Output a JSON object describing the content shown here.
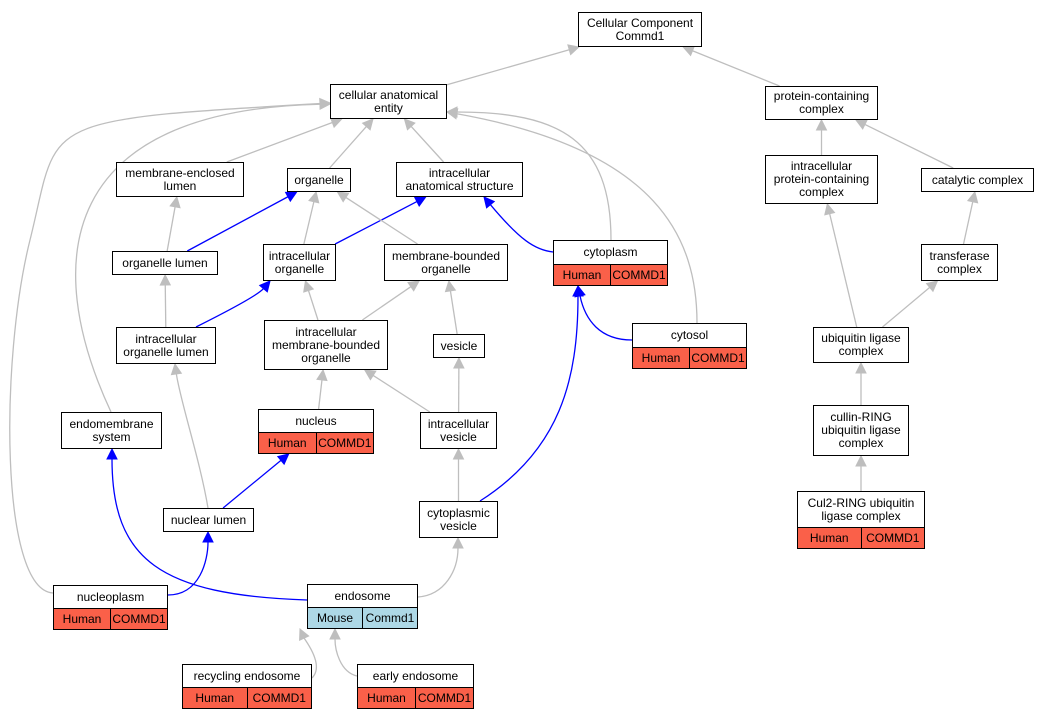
{
  "colors": {
    "human": "#fa6049",
    "mouse": "#add8e6",
    "edge_gray": "#bebebe",
    "edge_blue": "#0000ff"
  },
  "nodes": {
    "root": {
      "label": "Cellular Component\nCommd1"
    },
    "cae": {
      "label": "cellular anatomical\nentity"
    },
    "pcc": {
      "label": "protein-containing\ncomplex"
    },
    "mel": {
      "label": "membrane-enclosed\nlumen"
    },
    "org": {
      "label": "organelle"
    },
    "ias": {
      "label": "intracellular\nanatomical structure"
    },
    "ipcc": {
      "label": "intracellular\nprotein-containing\ncomplex"
    },
    "cat": {
      "label": "catalytic complex"
    },
    "orl": {
      "label": "organelle lumen"
    },
    "iorg": {
      "label": "intracellular\norganelle"
    },
    "mbo": {
      "label": "membrane-bounded\norganelle"
    },
    "cyto": {
      "label": "cytoplasm",
      "species": "Human",
      "gene": "COMMD1"
    },
    "trans": {
      "label": "transferase\ncomplex"
    },
    "iol": {
      "label": "intracellular\norganelle lumen"
    },
    "imbo": {
      "label": "intracellular\nmembrane-bounded\norganelle"
    },
    "ves": {
      "label": "vesicle"
    },
    "cytosol": {
      "label": "cytosol",
      "species": "Human",
      "gene": "COMMD1"
    },
    "ubl": {
      "label": "ubiquitin ligase\ncomplex"
    },
    "ems": {
      "label": "endomembrane\nsystem"
    },
    "nuc": {
      "label": "nucleus",
      "species": "Human",
      "gene": "COMMD1"
    },
    "iv": {
      "label": "intracellular\nvesicle"
    },
    "cul": {
      "label": "cullin-RING\nubiquitin ligase\ncomplex"
    },
    "nl": {
      "label": "nuclear lumen"
    },
    "cv": {
      "label": "cytoplasmic\nvesicle"
    },
    "cul2": {
      "label": "Cul2-RING ubiquitin\nligase complex",
      "species": "Human",
      "gene": "COMMD1"
    },
    "np": {
      "label": "nucleoplasm",
      "species": "Human",
      "gene": "COMMD1"
    },
    "endo": {
      "label": "endosome",
      "species": "Mouse",
      "gene": "Commd1"
    },
    "re": {
      "label": "recycling endosome",
      "species": "Human",
      "gene": "COMMD1"
    },
    "ee": {
      "label": "early endosome",
      "species": "Human",
      "gene": "COMMD1"
    }
  },
  "edges": [
    [
      "cae",
      "root",
      "gray"
    ],
    [
      "pcc",
      "root",
      "gray"
    ],
    [
      "mel",
      "cae",
      "gray"
    ],
    [
      "org",
      "cae",
      "gray"
    ],
    [
      "ias",
      "cae",
      "gray"
    ],
    [
      "cyto",
      "cae",
      "gray"
    ],
    [
      "cytosol",
      "cae",
      "gray"
    ],
    [
      "ems",
      "cae",
      "gray"
    ],
    [
      "np",
      "cae",
      "gray"
    ],
    [
      "ipcc",
      "pcc",
      "gray"
    ],
    [
      "cat",
      "pcc",
      "gray"
    ],
    [
      "orl",
      "mel",
      "gray"
    ],
    [
      "orl",
      "org",
      "blue"
    ],
    [
      "iorg",
      "org",
      "gray"
    ],
    [
      "iorg",
      "ias",
      "blue"
    ],
    [
      "mbo",
      "org",
      "gray"
    ],
    [
      "cyto",
      "ias",
      "blue"
    ],
    [
      "iol",
      "orl",
      "gray"
    ],
    [
      "iol",
      "iorg",
      "blue"
    ],
    [
      "imbo",
      "iorg",
      "gray"
    ],
    [
      "imbo",
      "mbo",
      "gray"
    ],
    [
      "ves",
      "mbo",
      "gray"
    ],
    [
      "cytosol",
      "cyto",
      "blue"
    ],
    [
      "trans",
      "cat",
      "gray"
    ],
    [
      "ubl",
      "ipcc",
      "gray"
    ],
    [
      "ubl",
      "trans",
      "gray"
    ],
    [
      "nuc",
      "imbo",
      "gray"
    ],
    [
      "iv",
      "imbo",
      "gray"
    ],
    [
      "iv",
      "ves",
      "gray"
    ],
    [
      "cul",
      "ubl",
      "gray"
    ],
    [
      "nl",
      "iol",
      "gray"
    ],
    [
      "nl",
      "nuc",
      "blue"
    ],
    [
      "cv",
      "iv",
      "gray"
    ],
    [
      "cv",
      "cyto",
      "blue"
    ],
    [
      "cul2",
      "cul",
      "gray"
    ],
    [
      "np",
      "nl",
      "blue"
    ],
    [
      "endo",
      "cv",
      "gray"
    ],
    [
      "endo",
      "ems",
      "blue"
    ],
    [
      "re",
      "endo",
      "gray"
    ],
    [
      "ee",
      "endo",
      "gray"
    ]
  ]
}
